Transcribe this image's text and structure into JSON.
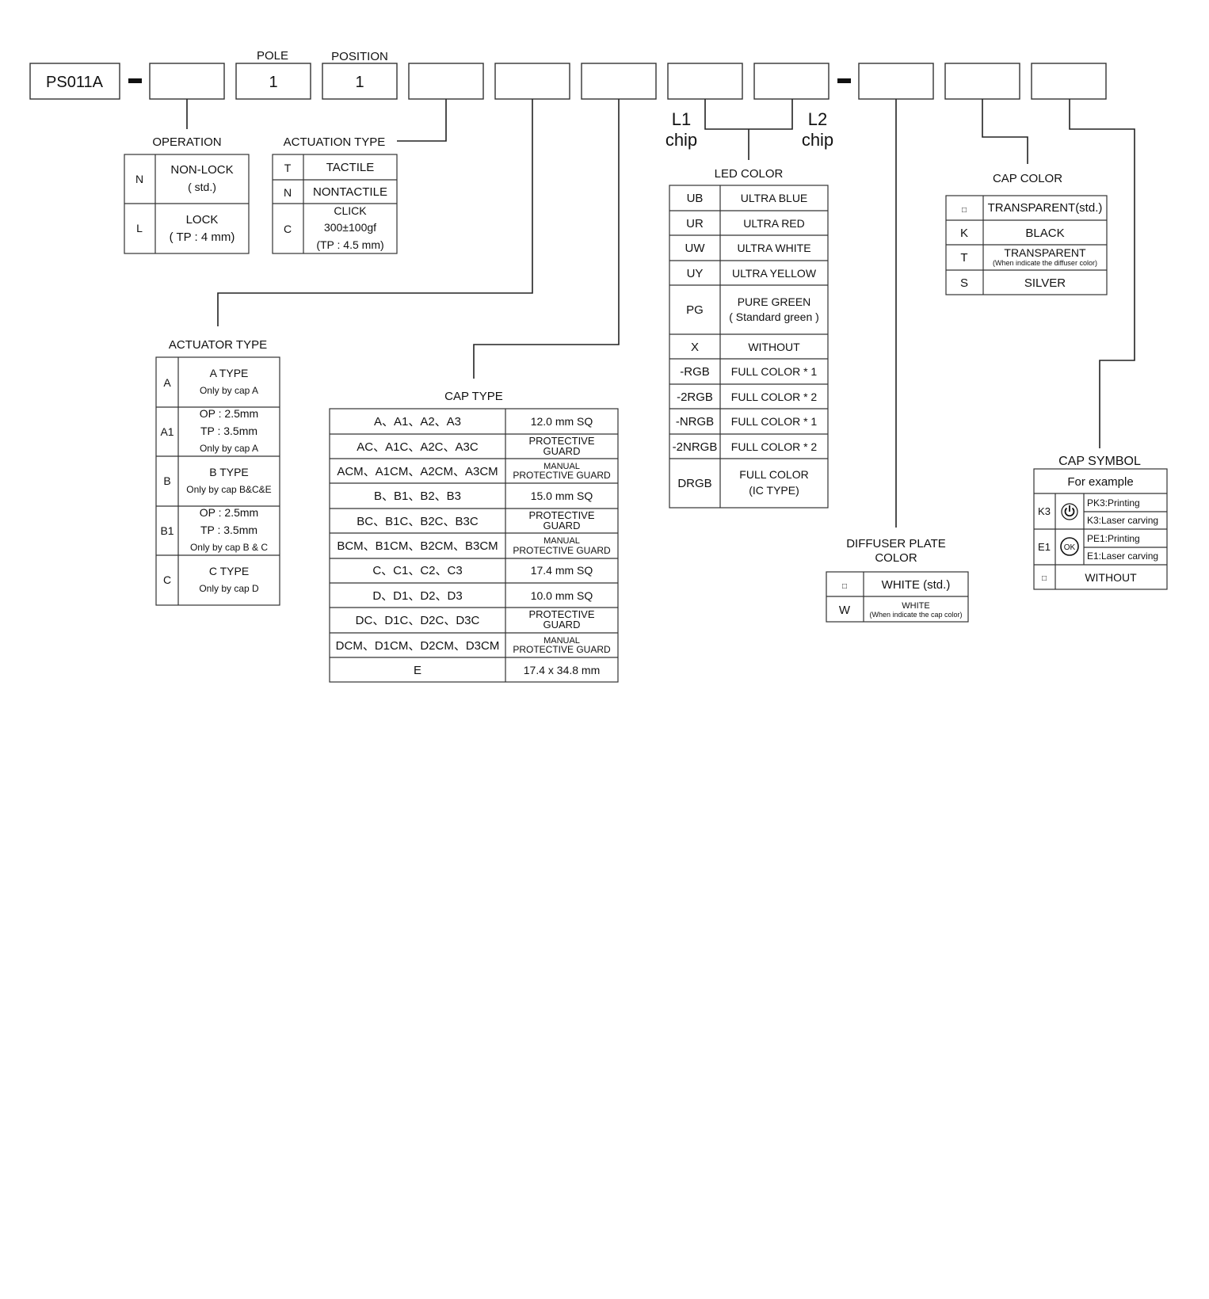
{
  "part_code": {
    "prefix": "PS011A",
    "pole_label": "POLE",
    "pole_value": "1",
    "position_label": "POSITION",
    "position_value": "1",
    "l1": "L1",
    "l2": "L2",
    "chip": "chip"
  },
  "operation": {
    "title": "OPERATION",
    "rows": [
      {
        "code": "N",
        "desc1": "NON-LOCK",
        "desc2": "( std.)"
      },
      {
        "code": "L",
        "desc1": "LOCK",
        "desc2": "( TP : 4 mm)"
      }
    ]
  },
  "actuation_type": {
    "title": "ACTUATION TYPE",
    "rows": [
      {
        "code": "T",
        "desc": "TACTILE"
      },
      {
        "code": "N",
        "desc": "NONTACTILE"
      },
      {
        "code": "C",
        "desc1": "CLICK",
        "desc2": "300±100gf",
        "desc3": "(TP : 4.5 mm)"
      }
    ]
  },
  "actuator_type": {
    "title": "ACTUATOR TYPE",
    "rows": [
      {
        "code": "A",
        "desc1": "A TYPE",
        "desc2": "Only by cap A"
      },
      {
        "code": "A1",
        "desc1": "OP : 2.5mm",
        "desc2": "TP : 3.5mm",
        "desc3": "Only by cap A"
      },
      {
        "code": "B",
        "desc1": "B TYPE",
        "desc2": "Only by cap B&C&E"
      },
      {
        "code": "B1",
        "desc1": "OP : 2.5mm",
        "desc2": "TP : 3.5mm",
        "desc3": "Only by cap B & C"
      },
      {
        "code": "C",
        "desc1": "C TYPE",
        "desc2": "Only by cap D"
      }
    ]
  },
  "cap_type": {
    "title": "CAP TYPE",
    "rows": [
      {
        "codes": "A、A1、A2、A3",
        "size": "12.0 mm SQ"
      },
      {
        "codes": "AC、A1C、A2C、A3C",
        "size1": "PROTECTIVE",
        "size2": "GUARD"
      },
      {
        "codes": "ACM、A1CM、A2CM、A3CM",
        "size1": "MANUAL",
        "size2": "PROTECTIVE GUARD"
      },
      {
        "codes": "B、B1、B2、B3",
        "size": "15.0 mm SQ"
      },
      {
        "codes": "BC、B1C、B2C、B3C",
        "size1": "PROTECTIVE",
        "size2": "GUARD"
      },
      {
        "codes": "BCM、B1CM、B2CM、B3CM",
        "size1": "MANUAL",
        "size2": "PROTECTIVE GUARD"
      },
      {
        "codes": "C、C1、C2、C3",
        "size": "17.4 mm SQ"
      },
      {
        "codes": "D、D1、D2、D3",
        "size": "10.0 mm SQ"
      },
      {
        "codes": "DC、D1C、D2C、D3C",
        "size1": "PROTECTIVE",
        "size2": "GUARD"
      },
      {
        "codes": "DCM、D1CM、D2CM、D3CM",
        "size1": "MANUAL",
        "size2": "PROTECTIVE GUARD"
      },
      {
        "codes": "E",
        "size": "17.4 x 34.8 mm"
      }
    ]
  },
  "led_color": {
    "title": "LED  COLOR",
    "rows": [
      {
        "code": "UB",
        "desc": "ULTRA BLUE"
      },
      {
        "code": "UR",
        "desc": "ULTRA RED"
      },
      {
        "code": "UW",
        "desc": "ULTRA WHITE"
      },
      {
        "code": "UY",
        "desc": "ULTRA YELLOW"
      },
      {
        "code": "PG",
        "desc1": "PURE GREEN",
        "desc2": "( Standard green )"
      },
      {
        "code": "X",
        "desc": "WITHOUT"
      },
      {
        "code": "-RGB",
        "desc": "FULL COLOR * 1"
      },
      {
        "code": "-2RGB",
        "desc": "FULL COLOR * 2"
      },
      {
        "code": "-NRGB",
        "desc": "FULL COLOR * 1"
      },
      {
        "code": "-2NRGB",
        "desc": "FULL COLOR * 2"
      },
      {
        "code": "DRGB",
        "desc1": "FULL COLOR",
        "desc2": "(IC TYPE)"
      }
    ]
  },
  "diffuser_plate_color": {
    "title1": "DIFFUSER PLATE",
    "title2": "COLOR",
    "rows": [
      {
        "code": "□",
        "desc": "WHITE (std.)"
      },
      {
        "code": "W",
        "desc1": "WHITE",
        "desc2": "(When indicate the cap color)"
      }
    ]
  },
  "cap_color": {
    "title": "CAP COLOR",
    "rows": [
      {
        "code": "□",
        "desc": "TRANSPARENT(std.)"
      },
      {
        "code": "K",
        "desc": "BLACK"
      },
      {
        "code": "T",
        "desc1": "TRANSPARENT",
        "desc2": "(When indicate the diffuser color)"
      },
      {
        "code": "S",
        "desc": "SILVER"
      }
    ]
  },
  "cap_symbol": {
    "title": "CAP SYMBOL",
    "subtitle": "For example",
    "rows": [
      {
        "code": "K3",
        "icon": "power-icon",
        "line1": "PK3:Printing",
        "line2": "K3:Laser carving"
      },
      {
        "code": "E1",
        "icon": "ok-icon",
        "icon_text": "OK",
        "line1": "PE1:Printing",
        "line2": "E1:Laser carving"
      },
      {
        "code": "□",
        "desc": "WITHOUT"
      }
    ]
  }
}
